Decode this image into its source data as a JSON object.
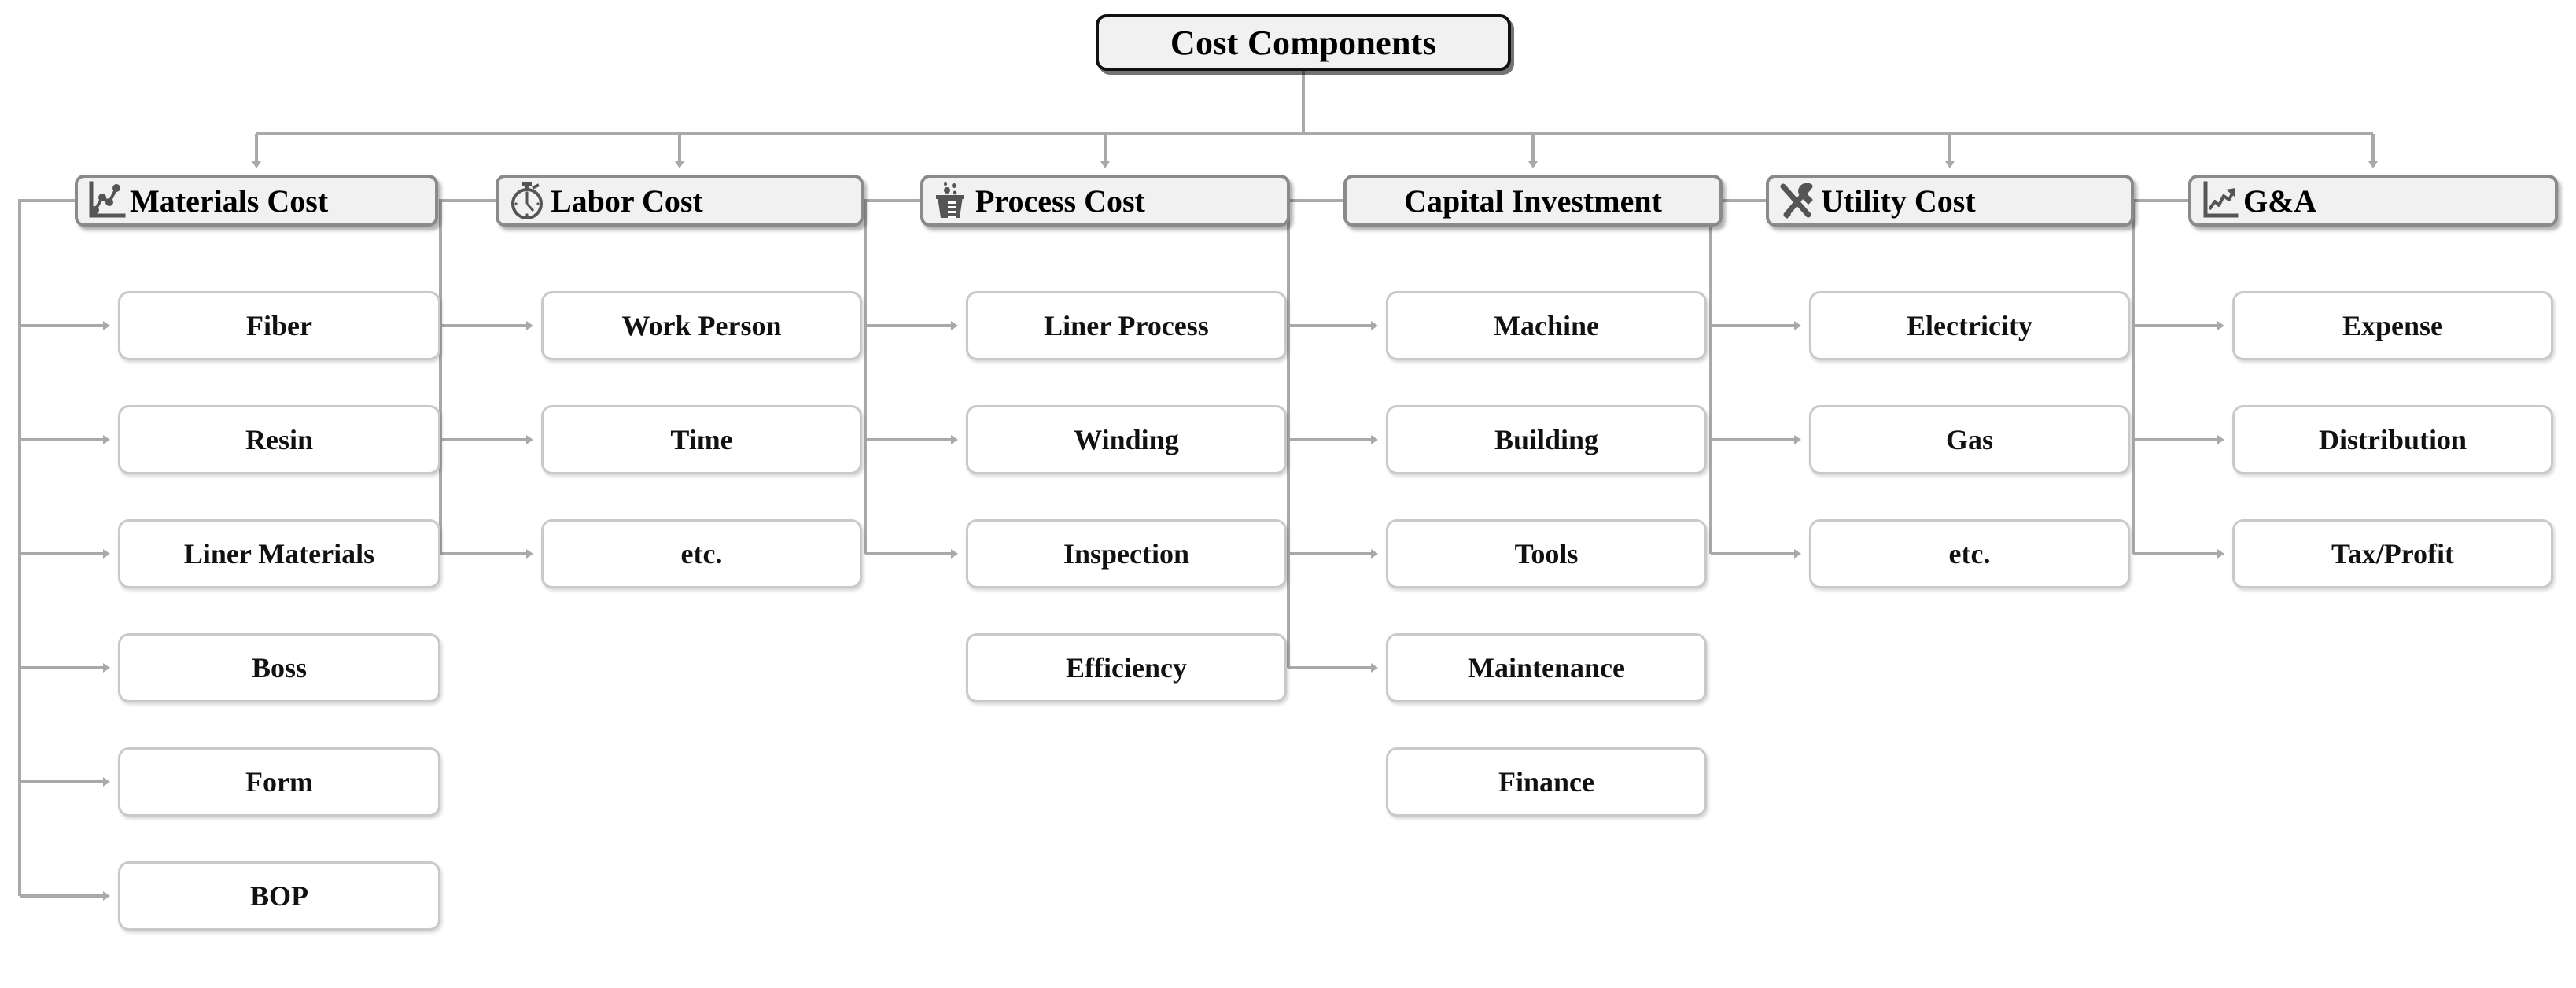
{
  "diagram": {
    "type": "tree",
    "title": "Cost Components",
    "root": {
      "label": "Cost Components"
    },
    "categories": [
      {
        "id": "materials-cost",
        "label": "Materials Cost",
        "icon": "line-chart-icon",
        "children": [
          {
            "label": "Fiber",
            "connected": true
          },
          {
            "label": "Resin",
            "connected": true
          },
          {
            "label": "Liner Materials",
            "connected": true
          },
          {
            "label": "Boss",
            "connected": true
          },
          {
            "label": "Form",
            "connected": true
          },
          {
            "label": "BOP",
            "connected": true
          }
        ]
      },
      {
        "id": "labor-cost",
        "label": "Labor Cost",
        "icon": "stopwatch-icon",
        "children": [
          {
            "label": "Work Person",
            "connected": true
          },
          {
            "label": "Time",
            "connected": true
          },
          {
            "label": "etc.",
            "connected": true
          }
        ]
      },
      {
        "id": "process-cost",
        "label": "Process Cost",
        "icon": "beaker-icon",
        "children": [
          {
            "label": "Liner Process",
            "connected": true
          },
          {
            "label": "Winding",
            "connected": true
          },
          {
            "label": "Inspection",
            "connected": true
          },
          {
            "label": "Efficiency",
            "connected": false
          }
        ]
      },
      {
        "id": "capital-investment",
        "label": "Capital Investment",
        "icon": "none",
        "children": [
          {
            "label": "Machine",
            "connected": true
          },
          {
            "label": "Building",
            "connected": true
          },
          {
            "label": "Tools",
            "connected": true
          },
          {
            "label": "Maintenance",
            "connected": true
          },
          {
            "label": "Finance",
            "connected": false
          }
        ]
      },
      {
        "id": "utility-cost",
        "label": "Utility Cost",
        "icon": "tools-icon",
        "children": [
          {
            "label": "Electricity",
            "connected": true
          },
          {
            "label": "Gas",
            "connected": true
          },
          {
            "label": "etc.",
            "connected": true
          }
        ]
      },
      {
        "id": "g-and-a",
        "label": "G&A",
        "icon": "trending-up-chart-icon",
        "children": [
          {
            "label": "Expense",
            "connected": true
          },
          {
            "label": "Distribution",
            "connected": true
          },
          {
            "label": "Tax/Profit",
            "connected": true
          }
        ]
      }
    ]
  },
  "colors": {
    "background": "#ffffff",
    "root_border": "#111111",
    "root_fill": "#f1f1f1",
    "category_border": "#8a8a8a",
    "category_fill": "#f1f1f1",
    "leaf_border": "#c9c9c9",
    "leaf_fill": "#ffffff",
    "connector": "#a9a9a9",
    "icon": "#555555",
    "text": "#000000"
  }
}
